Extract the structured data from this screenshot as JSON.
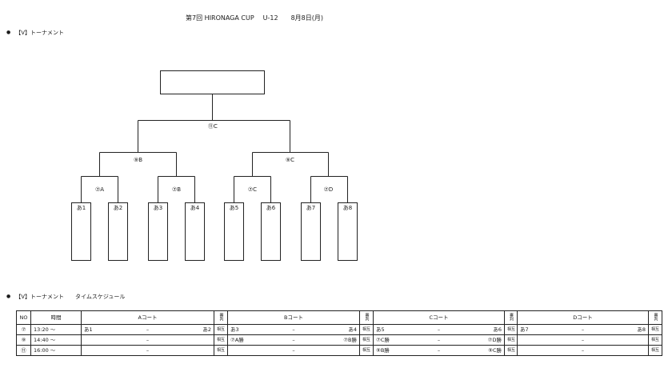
{
  "title": {
    "event": "第7回 HIRONAGA CUP",
    "category": "U-12",
    "date": "8月8日(月)"
  },
  "bracket_section": {
    "bullet": "●",
    "label": "【V】トーナメント"
  },
  "bracket": {
    "final": {
      "label": "⑪C"
    },
    "semifinals": [
      {
        "label": "⑨B"
      },
      {
        "label": "⑨C"
      }
    ],
    "quarterfinals": [
      {
        "label": "⑦A"
      },
      {
        "label": "⑦B"
      },
      {
        "label": "⑦C"
      },
      {
        "label": "⑦D"
      }
    ],
    "teams": [
      "あ1",
      "あ2",
      "あ3",
      "あ4",
      "あ5",
      "あ6",
      "あ7",
      "あ8"
    ]
  },
  "schedule_section": {
    "bullet": "●",
    "label": "【V】トーナメント",
    "sublabel": "タイムスケジュール"
  },
  "schedule": {
    "headers": {
      "no": "NO",
      "time": "時間",
      "courts": [
        "Aコート",
        "Bコート",
        "Cコート",
        "Dコート"
      ],
      "referee": "審判"
    },
    "rows": [
      {
        "no": "⑦",
        "time": "13:20 ～",
        "courts": [
          {
            "home": "あ1",
            "sep": "–",
            "away": "あ2",
            "referee": "相互"
          },
          {
            "home": "あ3",
            "sep": "–",
            "away": "あ4",
            "referee": "相互"
          },
          {
            "home": "あ5",
            "sep": "–",
            "away": "あ6",
            "referee": "相互"
          },
          {
            "home": "あ7",
            "sep": "–",
            "away": "あ8",
            "referee": "相互"
          }
        ]
      },
      {
        "no": "⑨",
        "time": "14:40 ～",
        "courts": [
          {
            "sep": "–",
            "referee": "相互"
          },
          {
            "home": "⑦A勝",
            "sep": "–",
            "away": "⑦B勝",
            "referee": "相互"
          },
          {
            "home": "⑦C勝",
            "sep": "–",
            "away": "⑦D勝",
            "referee": "相互"
          },
          {
            "sep": "–",
            "referee": "相互"
          }
        ]
      },
      {
        "no": "⑪",
        "time": "16:00 ～",
        "courts": [
          {
            "sep": "–",
            "referee": "相互"
          },
          {
            "sep": "–",
            "referee": "相互"
          },
          {
            "home": "⑨B勝",
            "sep": "–",
            "away": "⑨C勝",
            "referee": "相互"
          },
          {
            "sep": "–",
            "referee": "相互"
          }
        ]
      }
    ]
  }
}
